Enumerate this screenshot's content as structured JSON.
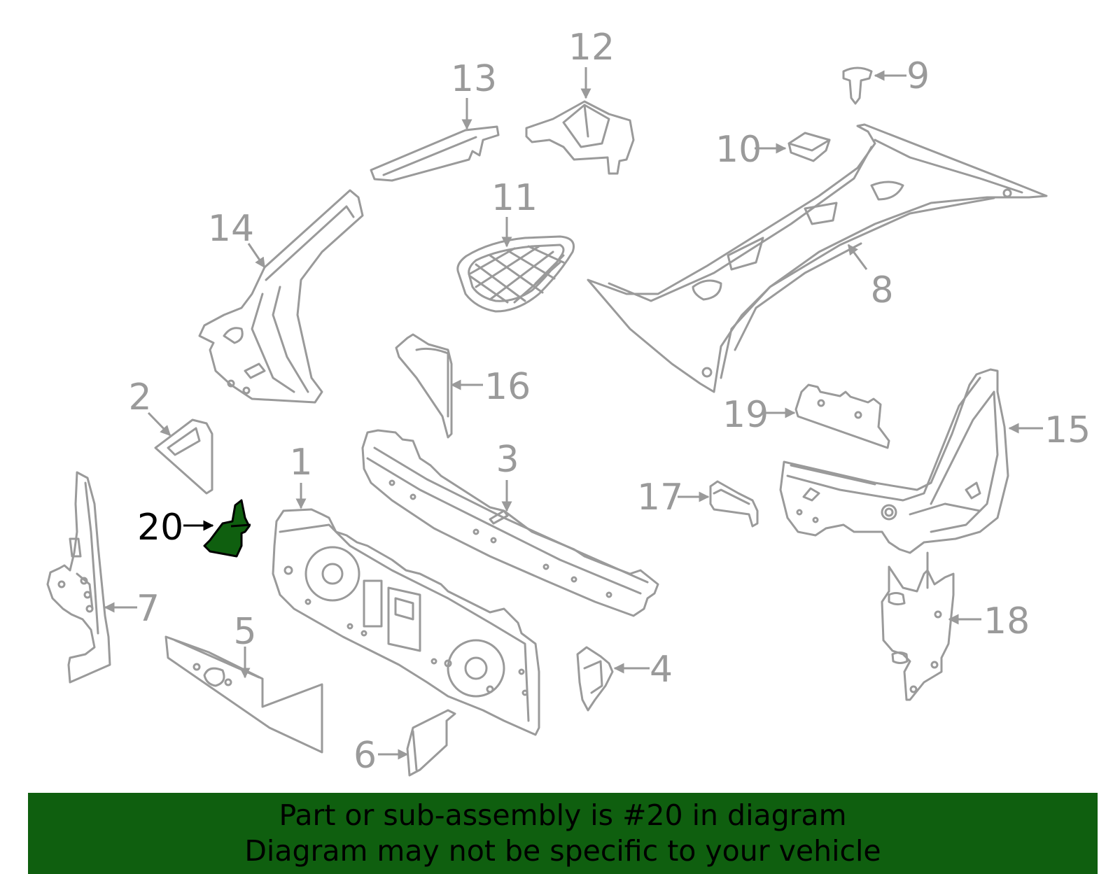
{
  "colors": {
    "part_line": "#9a9a9a",
    "highlight": "#0f5f0f",
    "banner_background": "#0f5f0f",
    "banner_text": "#000000"
  },
  "highlighted_part": "20",
  "callouts": {
    "c1": "1",
    "c2": "2",
    "c3": "3",
    "c4": "4",
    "c5": "5",
    "c6": "6",
    "c7": "7",
    "c8": "8",
    "c9": "9",
    "c10": "10",
    "c11": "11",
    "c12": "12",
    "c13": "13",
    "c14": "14",
    "c15": "15",
    "c16": "16",
    "c17": "17",
    "c18": "18",
    "c19": "19",
    "c20": "20"
  },
  "banner": {
    "line1": "Part or sub-assembly is #20 in diagram",
    "line2": "Diagram may not be specific to your vehicle"
  }
}
